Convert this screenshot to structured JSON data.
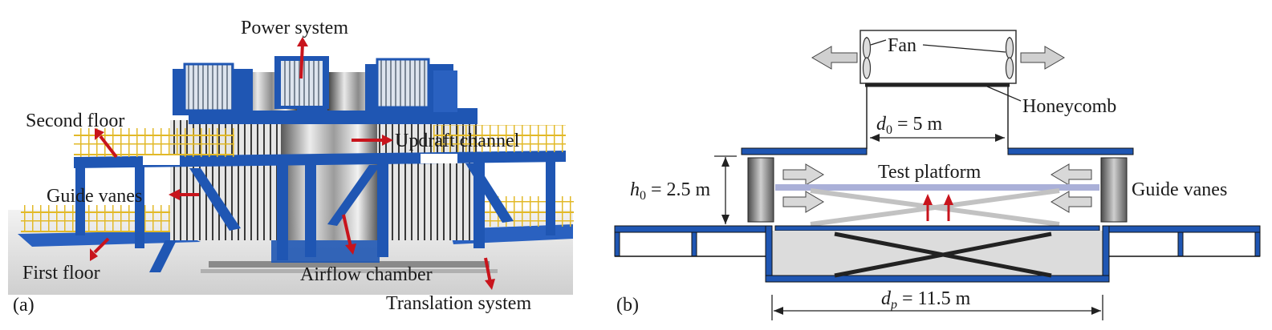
{
  "panel_a": {
    "letter": "(a)",
    "labels": {
      "power_system": "Power system",
      "second_floor": "Second floor",
      "updraft_channel": "Updraft channel",
      "guide_vanes": "Guide vanes",
      "first_floor": "First floor",
      "airflow_chamber": "Airflow chamber",
      "translation_system": "Translation system"
    },
    "colors": {
      "steel_blue": "#1f56b3",
      "railing_yellow": "#e8c43a",
      "annotation_arrow": "#c8141c",
      "concrete": "#d9d9d9"
    }
  },
  "panel_b": {
    "letter": "(b)",
    "labels": {
      "fan": "Fan",
      "honeycomb": "Honeycomb",
      "test_platform": "Test platform",
      "guide_vanes": "Guide vanes"
    },
    "dimensions": {
      "d0_sym": "d",
      "d0_sub": "0",
      "d0_val": " = 5 m",
      "h0_sym": "h",
      "h0_sub": "0",
      "h0_val": " = 2.5 m",
      "dp_sym": "d",
      "dp_sub": "p",
      "dp_val": " = 11.5 m"
    },
    "colors": {
      "structure_blue": "#1f56b3",
      "platform_lilac": "#aab0d8",
      "updraft_arrow": "#c8141c",
      "flow_arrow_grey": "#d0d0d0",
      "pit_grey": "#dcdcdc"
    }
  }
}
